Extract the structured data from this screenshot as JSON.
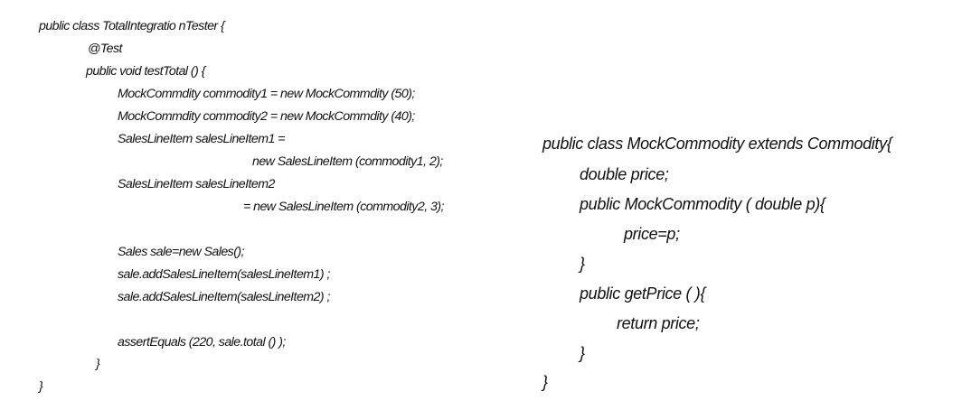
{
  "document": {
    "left_code": {
      "lines": [
        "public class TotalIntegratio nTester {",
        "@Test",
        "public void testTotal () {",
        "MockCommdity commodity1 = new MockCommdity (50);",
        "MockCommdity commodity2 = new MockCommdity (40);",
        "SalesLineItem salesLineItem1 =",
        "new SalesLineItem (commodity1, 2);",
        "SalesLineItem salesLineItem2",
        "= new SalesLineItem (commodity2, 3);",
        "Sales sale=new Sales();",
        "sale.addSalesLineItem(salesLineItem1) ;",
        "sale.addSalesLineItem(salesLineItem2) ;",
        "assertEquals (220, sale.total () );",
        "}",
        "}"
      ]
    },
    "right_code": {
      "lines": [
        "public class MockCommodity extends Commodity{",
        "double price;",
        "public MockCommodity ( double p){",
        "price=p;",
        "}",
        "public getPrice ( ){",
        "return price;",
        "}",
        "}"
      ]
    }
  }
}
